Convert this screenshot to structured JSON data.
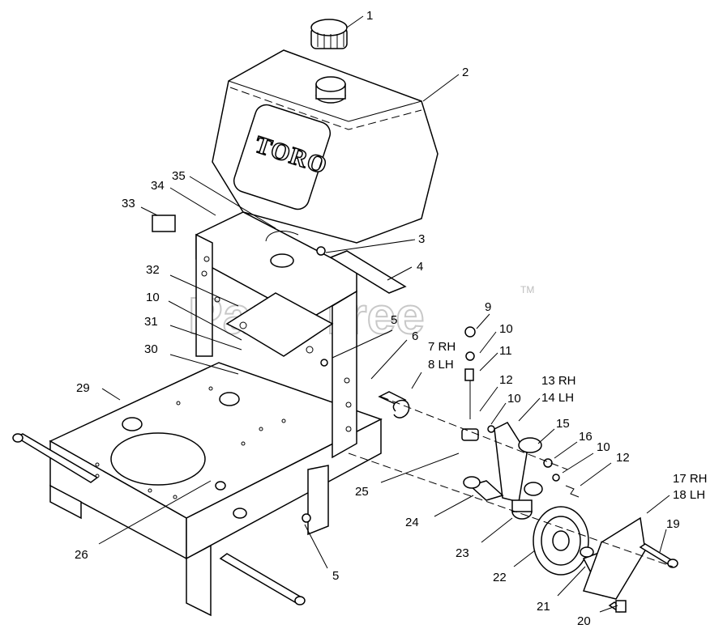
{
  "watermark": {
    "text": "PartsTree",
    "trademark": "TM"
  },
  "decal": {
    "brand": "TORO"
  },
  "callouts": {
    "c1": "1",
    "c2": "2",
    "c3": "3",
    "c4": "4",
    "c5a": "5",
    "c5b": "5",
    "c6": "6",
    "c7": "7 RH",
    "c8": "8 LH",
    "c9": "9",
    "c10a": "10",
    "c10b": "10",
    "c10c": "10",
    "c10d": "10",
    "c11": "11",
    "c12a": "12",
    "c12b": "12",
    "c13": "13 RH",
    "c14": "14 LH",
    "c15": "15",
    "c16": "16",
    "c17": "17 RH",
    "c18": "18 LH",
    "c19": "19",
    "c20": "20",
    "c21": "21",
    "c22": "22",
    "c23": "23",
    "c24": "24",
    "c25": "25",
    "c26": "26",
    "c29": "29",
    "c30": "30",
    "c31": "31",
    "c32": "32",
    "c33": "33",
    "c34": "34",
    "c35": "35"
  }
}
